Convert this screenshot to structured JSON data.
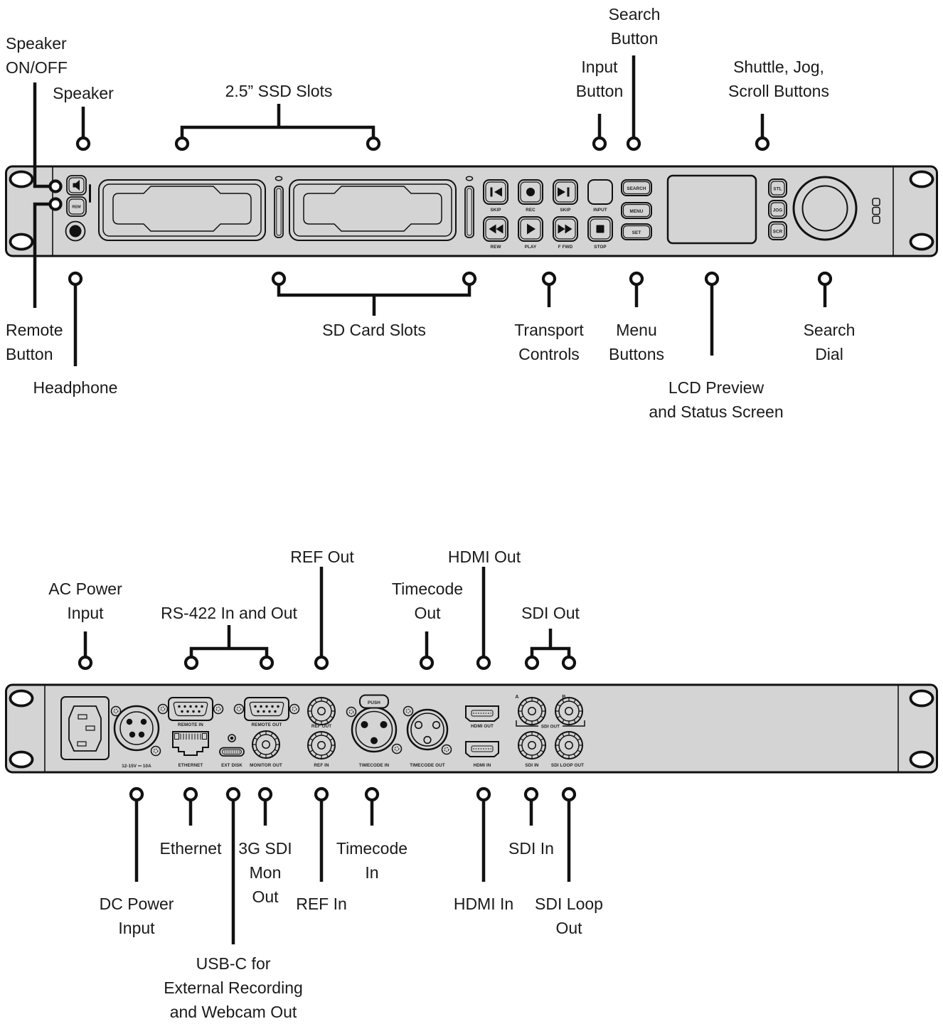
{
  "front": {
    "callouts": {
      "speaker_on_off": "Speaker\nON/OFF",
      "speaker": "Speaker",
      "ssd_slots": "2.5” SSD Slots",
      "search_button": "Search\nButton",
      "input_button": "Input\nButton",
      "shuttle_jog_scroll": "Shuttle, Jog,\nScroll Buttons",
      "remote_button": "Remote\nButton",
      "headphone": "Headphone",
      "sd_card_slots": "SD Card Slots",
      "transport_controls": "Transport\nControls",
      "menu_buttons": "Menu\nButtons",
      "lcd_preview": "LCD Preview\nand Status Screen",
      "search_dial": "Search\nDial"
    },
    "panel": {
      "rem_button": "REM",
      "transport": {
        "skip_back": "SKIP",
        "rec": "REC",
        "skip_fwd": "SKIP",
        "input": "INPUT",
        "rew": "REW",
        "play": "PLAY",
        "ffwd": "F FWD",
        "stop": "STOP"
      },
      "menu": {
        "search": "SEARCH",
        "menu": "MENU",
        "set": "SET"
      },
      "dial_buttons": {
        "stl": "STL",
        "jog": "JOG",
        "scr": "SCR"
      }
    }
  },
  "rear": {
    "callouts": {
      "ac_power": "AC Power\nInput",
      "rs422": "RS-422 In and Out",
      "ref_out": "REF Out",
      "timecode_out": "Timecode\nOut",
      "hdmi_out": "HDMI Out",
      "sdi_out": "SDI Out",
      "dc_power": "DC Power\nInput",
      "ethernet": "Ethernet",
      "usb_c": "USB-C for\nExternal Recording\nand Webcam Out",
      "sdi_mon": "3G SDI\nMon\nOut",
      "ref_in": "REF In",
      "timecode_in": "Timecode\nIn",
      "hdmi_in": "HDMI In",
      "sdi_in": "SDI In",
      "sdi_loop_out": "SDI Loop\nOut"
    },
    "ports": {
      "power_rating": "12-15V ⎓ 10A",
      "remote_in": "REMOTE IN",
      "remote_out": "REMOTE OUT",
      "ethernet": "ETHERNET",
      "ext_disk": "EXT DISK",
      "monitor_out": "MONITOR OUT",
      "ref_out": "REF OUT",
      "ref_in": "REF IN",
      "push": "PUSH",
      "timecode_in": "TIMECODE IN",
      "timecode_out": "TIMECODE OUT",
      "hdmi_out": "HDMI OUT",
      "hdmi_in": "HDMI IN",
      "sdi_a": "A",
      "sdi_b": "B",
      "sdi_out_group": "SDI OUT",
      "sdi_in": "SDI IN",
      "sdi_loop_out": "SDI LOOP OUT"
    }
  },
  "icons": {
    "speaker_icon": "speaker-polygon",
    "record_icon": "filled-circle",
    "play_icon": "triangle-right",
    "stop_icon": "filled-square",
    "rewind_icon": "double-triangle-left",
    "fast_forward_icon": "double-triangle-right",
    "skip_back_icon": "bar-triangle-left",
    "skip_forward_icon": "triangle-right-bar"
  },
  "colors": {
    "panel_gray": "#d4d4d4",
    "line": "#111111",
    "background": "#ffffff"
  }
}
